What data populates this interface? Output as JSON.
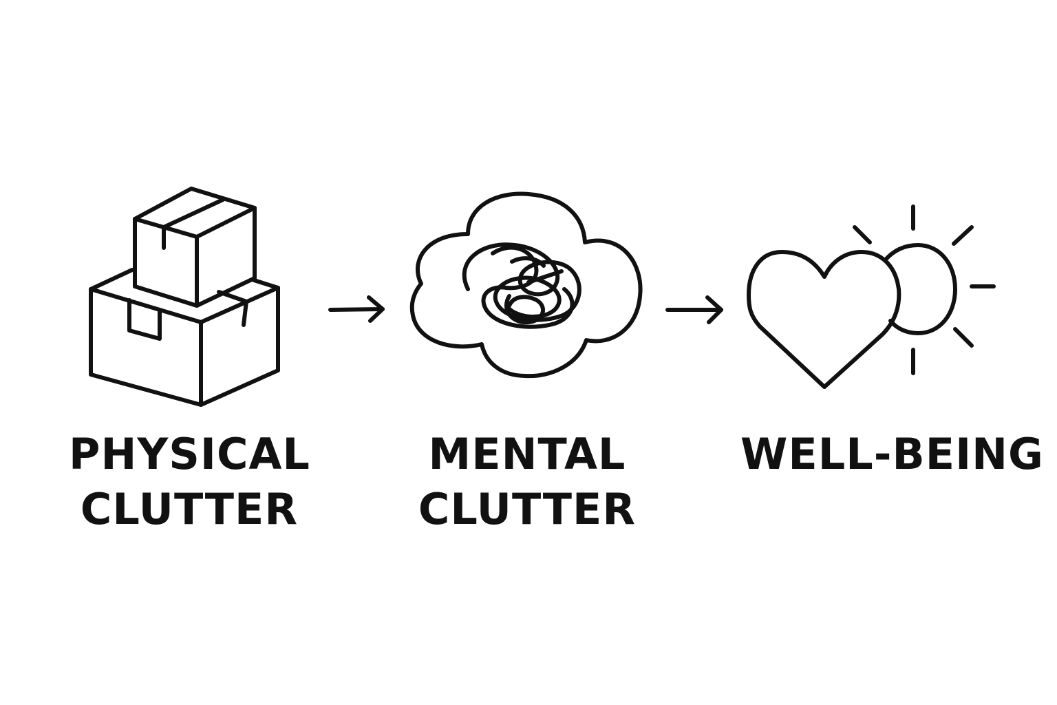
{
  "steps": [
    {
      "icon": "stacked-boxes-icon",
      "label_lines": [
        "PHYSICAL",
        "CLUTTER"
      ]
    },
    {
      "icon": "tangled-thought-cloud-icon",
      "label_lines": [
        "MENTAL",
        "CLUTTER"
      ]
    },
    {
      "icon": "heart-and-sun-icon",
      "label_lines": [
        "WELL-BEING"
      ]
    }
  ],
  "connectors": [
    "arrow-right-icon",
    "arrow-right-icon"
  ],
  "colors": {
    "ink": "#111111",
    "background": "#ffffff"
  }
}
